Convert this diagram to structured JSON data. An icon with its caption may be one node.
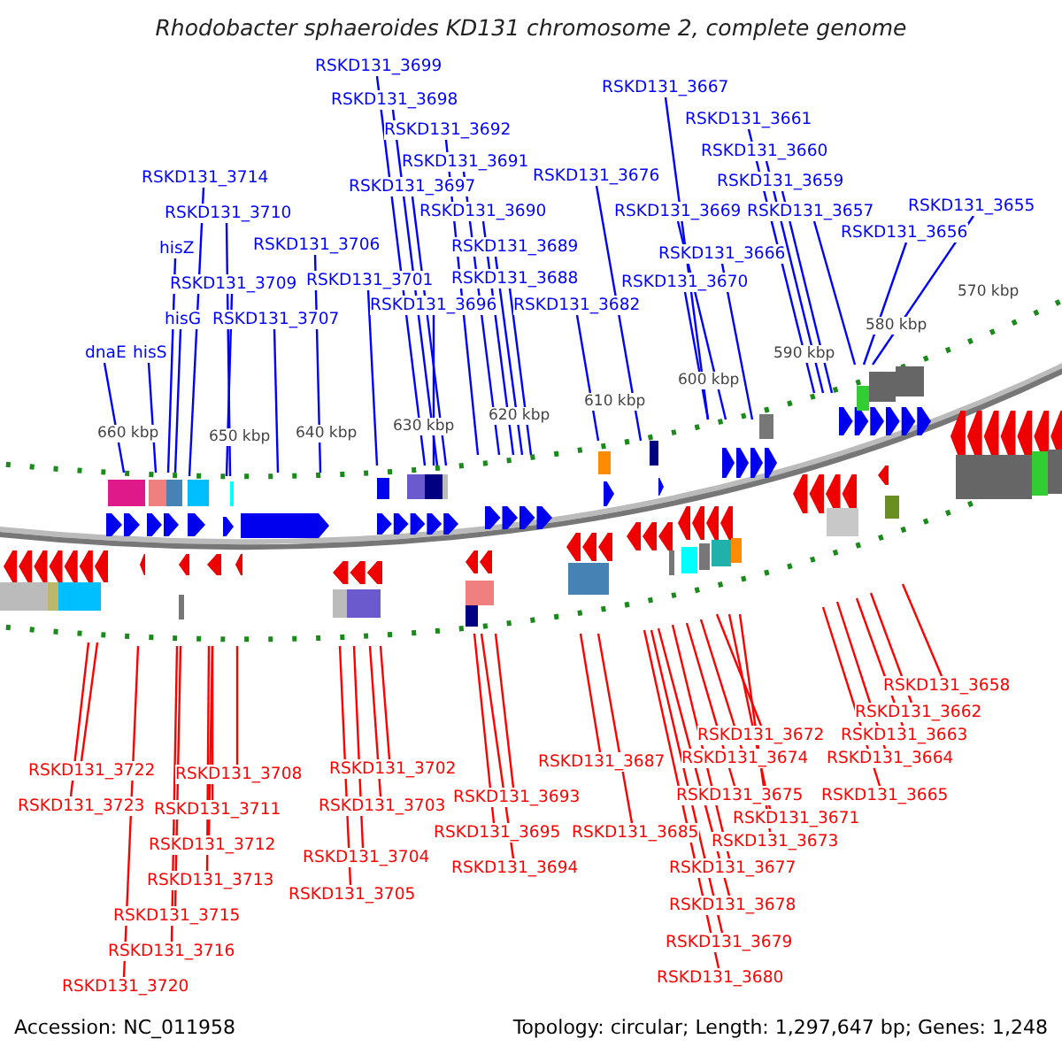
{
  "diagram": {
    "title": "Rhodobacter sphaeroides KD131 chromosome 2, complete genome",
    "nodes": [
      {
        "text": [
          "RSKD131_3699"
        ]
      },
      {
        "text": [
          "RSKD131_3698"
        ]
      },
      {
        "text": [
          "RSKD131_3692"
        ]
      },
      {
        "text": [
          "RSKD131_3691"
        ]
      },
      {
        "text": [
          "RSKD131_3697"
        ]
      },
      {
        "text": [
          "RSKD131_3690"
        ]
      },
      {
        "text": [
          "RSKD131_3689"
        ]
      },
      {
        "text": [
          "RSKD131_3688"
        ]
      },
      {
        "text": [
          "RSKD131_3682"
        ]
      },
      {
        "text": [
          "RSKD131_3676"
        ]
      },
      {
        "text": [
          "RSKD131_3667"
        ]
      },
      {
        "text": [
          "RSKD131_3661"
        ]
      },
      {
        "text": [
          "RSKD131_3660"
        ]
      },
      {
        "text": [
          "RSKD131_3659"
        ]
      },
      {
        "text": [
          "RSKD131_3669"
        ]
      },
      {
        "text": [
          "RSKD131_3657"
        ]
      },
      {
        "text": [
          "RSKD131_3655"
        ]
      },
      {
        "text": [
          "RSKD131_3656"
        ]
      },
      {
        "text": [
          "RSKD131_3666"
        ]
      },
      {
        "text": [
          "RSKD131_3670"
        ]
      },
      {
        "text": [
          "RSKD131_3714"
        ]
      },
      {
        "text": [
          "RSKD131_3710"
        ]
      },
      {
        "text": [
          "hisZ"
        ]
      },
      {
        "text": [
          "RSKD131_3706"
        ]
      },
      {
        "text": [
          "RSKD131_3709"
        ]
      },
      {
        "text": [
          "RSKD131_3701"
        ]
      },
      {
        "text": [
          "hisG"
        ]
      },
      {
        "text": [
          "RSKD131_3707"
        ]
      },
      {
        "text": [
          "RSKD131_3696"
        ]
      },
      {
        "text": [
          "dnaE"
        ]
      },
      {
        "text": [
          "hisS"
        ]
      },
      {
        "text": [
          "RSKD131_3722"
        ]
      },
      {
        "text": [
          "RSKD131_3723"
        ]
      },
      {
        "text": [
          "RSKD131_3708"
        ]
      },
      {
        "text": [
          "RSKD131_3711"
        ]
      },
      {
        "text": [
          "RSKD131_3712"
        ]
      },
      {
        "text": [
          "RSKD131_3713"
        ]
      },
      {
        "text": [
          "RSKD131_3715"
        ]
      },
      {
        "text": [
          "RSKD131_3716"
        ]
      },
      {
        "text": [
          "RSKD131_3720"
        ]
      },
      {
        "text": [
          "RSKD131_3702"
        ]
      },
      {
        "text": [
          "RSKD131_3703"
        ]
      },
      {
        "text": [
          "RSKD131_3704"
        ]
      },
      {
        "text": [
          "RSKD131_3705"
        ]
      },
      {
        "text": [
          "RSKD131_3693"
        ]
      },
      {
        "text": [
          "RSKD131_3695"
        ]
      },
      {
        "text": [
          "RSKD131_3694"
        ]
      },
      {
        "text": [
          "RSKD131_3687"
        ]
      },
      {
        "text": [
          "RSKD131_3685"
        ]
      },
      {
        "text": [
          "RSKD131_3658"
        ]
      },
      {
        "text": [
          "RSKD131_3662"
        ]
      },
      {
        "text": [
          "RSKD131_3663"
        ]
      },
      {
        "text": [
          "RSKD131_3664"
        ]
      },
      {
        "text": [
          "RSKD131_3665"
        ]
      },
      {
        "text": [
          "RSKD131_3672"
        ]
      },
      {
        "text": [
          "RSKD131_3674"
        ]
      },
      {
        "text": [
          "RSKD131_3675"
        ]
      },
      {
        "text": [
          "RSKD131_3671"
        ]
      },
      {
        "text": [
          "RSKD131_3673"
        ]
      },
      {
        "text": [
          "RSKD131_3677"
        ]
      },
      {
        "text": [
          "RSKD131_3678"
        ]
      },
      {
        "text": [
          "RSKD131_3679"
        ]
      },
      {
        "text": [
          "RSKD131_3680"
        ]
      }
    ],
    "edges": [
      {
        "from": 0,
        "to": null,
        "arrow": "none",
        "color": "#0000ff"
      },
      {
        "from": 1,
        "to": null,
        "arrow": "none",
        "color": "#0000ff"
      },
      {
        "from": 2,
        "to": null,
        "arrow": "none",
        "color": "#0000ff"
      },
      {
        "from": 3,
        "to": null,
        "arrow": "none",
        "color": "#0000ff"
      },
      {
        "from": 4,
        "to": null,
        "arrow": "none",
        "color": "#0000ff"
      },
      {
        "from": 5,
        "to": null,
        "arrow": "none",
        "color": "#0000ff"
      },
      {
        "from": 6,
        "to": null,
        "arrow": "none",
        "color": "#0000ff"
      },
      {
        "from": 7,
        "to": null,
        "arrow": "none",
        "color": "#0000ff"
      },
      {
        "from": 8,
        "to": null,
        "arrow": "none",
        "color": "#0000ff"
      },
      {
        "from": 9,
        "to": null,
        "arrow": "none",
        "color": "#0000ff"
      },
      {
        "from": 10,
        "to": null,
        "arrow": "none",
        "color": "#0000ff"
      },
      {
        "from": 11,
        "to": null,
        "arrow": "none",
        "color": "#0000ff"
      },
      {
        "from": 12,
        "to": null,
        "arrow": "none",
        "color": "#0000ff"
      },
      {
        "from": 13,
        "to": null,
        "arrow": "none",
        "color": "#0000ff"
      },
      {
        "from": 14,
        "to": null,
        "arrow": "none",
        "color": "#0000ff"
      },
      {
        "from": 15,
        "to": null,
        "arrow": "none",
        "color": "#0000ff"
      },
      {
        "from": 16,
        "to": null,
        "arrow": "none",
        "color": "#0000ff"
      },
      {
        "from": 17,
        "to": null,
        "arrow": "none",
        "color": "#0000ff"
      },
      {
        "from": 18,
        "to": null,
        "arrow": "none",
        "color": "#0000ff"
      },
      {
        "from": 19,
        "to": null,
        "arrow": "none",
        "color": "#0000ff"
      },
      {
        "from": 20,
        "to": null,
        "arrow": "none",
        "color": "#0000ff"
      },
      {
        "from": 21,
        "to": null,
        "arrow": "none",
        "color": "#0000ff"
      },
      {
        "from": 22,
        "to": null,
        "arrow": "none",
        "color": "#0000ff"
      },
      {
        "from": 23,
        "to": null,
        "arrow": "none",
        "color": "#0000ff"
      },
      {
        "from": 24,
        "to": null,
        "arrow": "none",
        "color": "#0000ff"
      },
      {
        "from": 25,
        "to": null,
        "arrow": "none",
        "color": "#0000ff"
      },
      {
        "from": 26,
        "to": null,
        "arrow": "none",
        "color": "#0000ff"
      },
      {
        "from": 27,
        "to": null,
        "arrow": "none",
        "color": "#0000ff"
      },
      {
        "from": 28,
        "to": null,
        "arrow": "none",
        "color": "#0000ff"
      },
      {
        "from": 29,
        "to": null,
        "arrow": "none",
        "color": "#0000ff"
      },
      {
        "from": 30,
        "to": null,
        "arrow": "none",
        "color": "#0000ff"
      },
      {
        "from": 31,
        "to": null,
        "arrow": "none"
      },
      {
        "from": 32,
        "to": null,
        "arrow": "none"
      },
      {
        "from": 33,
        "to": null,
        "arrow": "none"
      },
      {
        "from": 34,
        "to": null,
        "arrow": "none"
      },
      {
        "from": 35,
        "to": null,
        "arrow": "none"
      },
      {
        "from": 36,
        "to": null,
        "arrow": "none"
      },
      {
        "from": 37,
        "to": null,
        "arrow": "none"
      },
      {
        "from": 38,
        "to": null,
        "arrow": "none"
      },
      {
        "from": 39,
        "to": null,
        "arrow": "none"
      },
      {
        "from": 40,
        "to": null,
        "arrow": "none"
      },
      {
        "from": 41,
        "to": null,
        "arrow": "none"
      },
      {
        "from": 42,
        "to": null,
        "arrow": "none"
      },
      {
        "from": 43,
        "to": null,
        "arrow": "none"
      },
      {
        "from": 44,
        "to": null,
        "arrow": "none"
      },
      {
        "from": 45,
        "to": null,
        "arrow": "none"
      },
      {
        "from": 46,
        "to": null,
        "arrow": "none"
      },
      {
        "from": 47,
        "to": null,
        "arrow": "none"
      },
      {
        "from": 48,
        "to": null,
        "arrow": "none"
      },
      {
        "from": 49,
        "to": null,
        "arrow": "none"
      },
      {
        "from": 50,
        "to": null,
        "arrow": "none"
      },
      {
        "from": 51,
        "to": null,
        "arrow": "none"
      },
      {
        "from": 52,
        "to": null,
        "arrow": "none"
      },
      {
        "from": 53,
        "to": null,
        "arrow": "none"
      },
      {
        "from": 54,
        "to": null,
        "arrow": "none"
      },
      {
        "from": 55,
        "to": null,
        "arrow": "none"
      },
      {
        "from": 56,
        "to": null,
        "arrow": "none"
      },
      {
        "from": 57,
        "to": null,
        "arrow": "none"
      },
      {
        "from": 58,
        "to": null,
        "arrow": "none"
      },
      {
        "from": 59,
        "to": null,
        "arrow": "none"
      },
      {
        "from": 60,
        "to": null,
        "arrow": "none"
      },
      {
        "from": 61,
        "to": null,
        "arrow": "none"
      },
      {
        "from": 62,
        "to": null,
        "arrow": "none"
      }
    ],
    "labels": [
      "570 kbp",
      "580 kbp",
      "590 kbp",
      "600 kbp",
      "610 kbp",
      "620 kbp",
      "630 kbp",
      "640 kbp",
      "650 kbp",
      "660 kbp",
      "Accession: NC_011958",
      "Topology: circular; Length: 1,297,647 bp; Genes: 1,248"
    ]
  }
}
